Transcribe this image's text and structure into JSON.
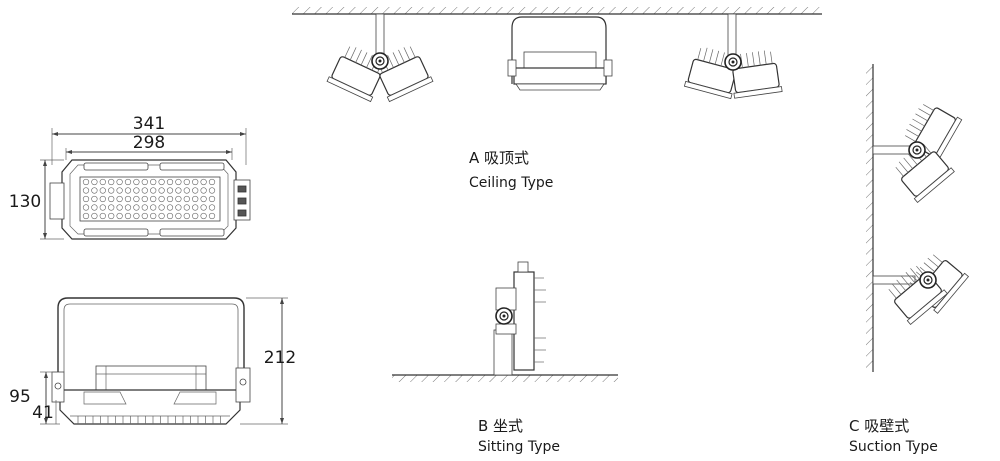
{
  "dimensions": {
    "overall_width": "341",
    "inner_width": "298",
    "front_height": "130",
    "side_height": "212",
    "bracket_height": "95",
    "base_height": "41"
  },
  "installations": {
    "ceiling": {
      "cn": "A 吸顶式",
      "en": "Ceiling  Type"
    },
    "sitting": {
      "cn": "B 坐式",
      "en": "Sitting Type"
    },
    "suction": {
      "cn": "C  吸壁式",
      "en": "Suction Type"
    }
  }
}
